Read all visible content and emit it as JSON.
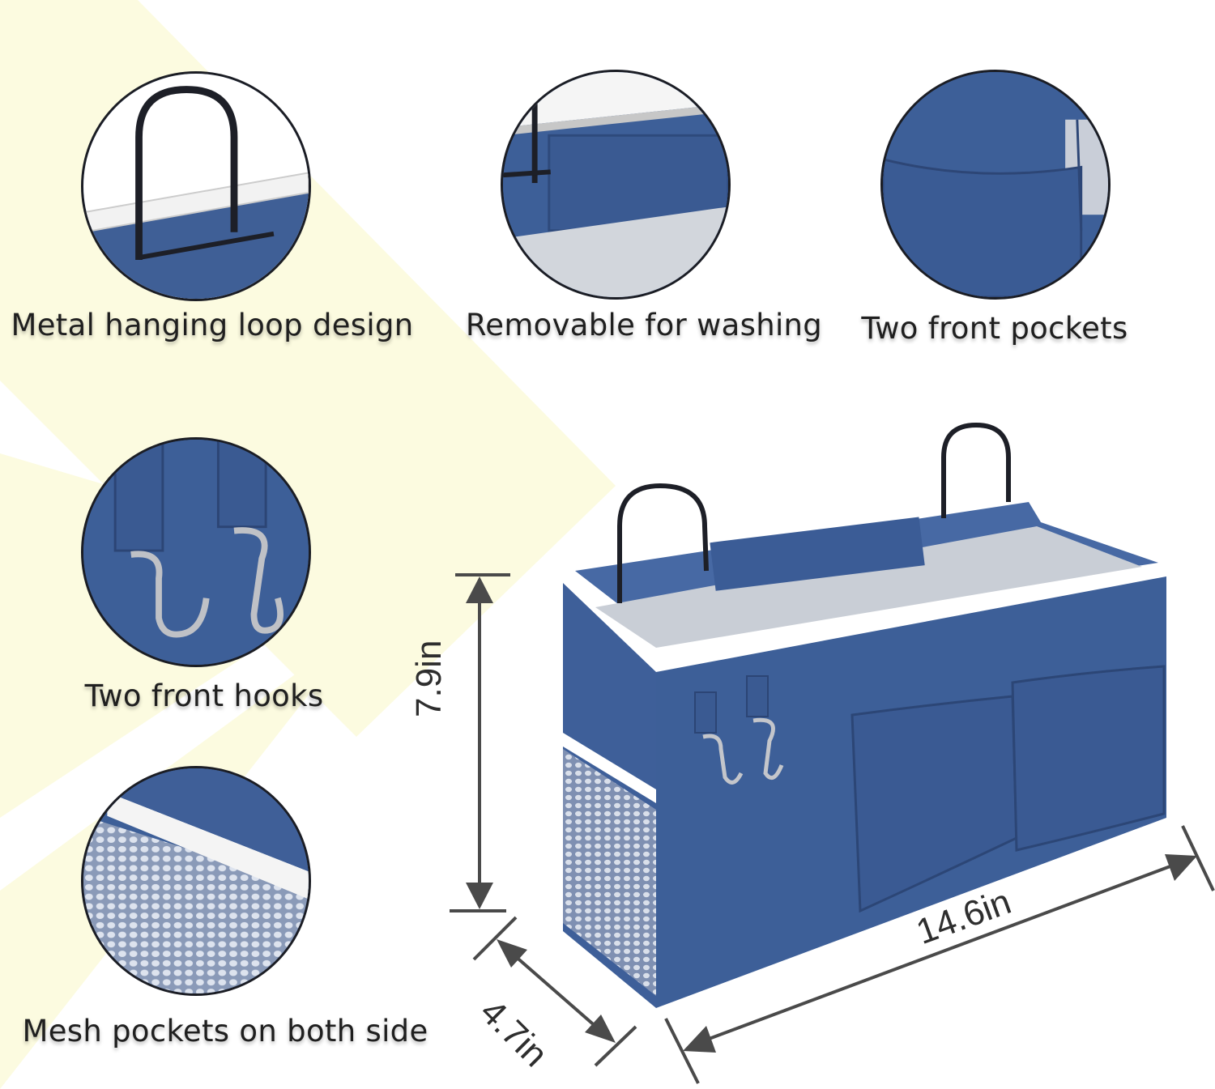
{
  "features": {
    "hanging_loop": "Metal hanging loop design",
    "removable": "Removable for washing",
    "front_pockets": "Two front pockets",
    "front_hooks": "Two front hooks",
    "mesh_pockets": "Mesh pockets on both side"
  },
  "dimensions": {
    "height": "7.9in",
    "width": "14.6in",
    "depth": "4.7in"
  },
  "colors": {
    "fabric": "#3d5f98",
    "trim": "#ffffff",
    "background_stripes": "#fcfbe0",
    "dimension_lines": "#4a4a4a"
  }
}
